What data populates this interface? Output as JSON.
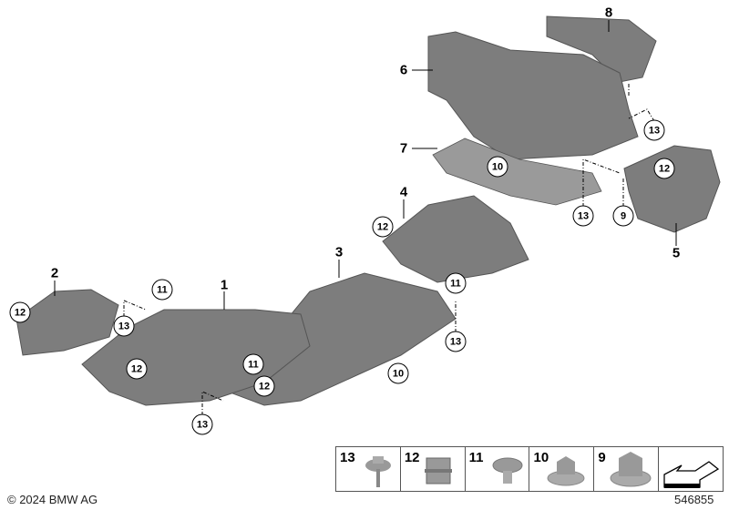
{
  "callouts_plain": [
    "1",
    "2",
    "3",
    "4",
    "5",
    "6",
    "7",
    "8"
  ],
  "callouts_circled": [
    "13",
    "10",
    "12",
    "13",
    "9",
    "12",
    "11",
    "13",
    "10",
    "11",
    "13",
    "12",
    "12",
    "11",
    "12",
    "13"
  ],
  "legend": [
    "13",
    "12",
    "11",
    "10",
    "9"
  ],
  "copyright": "© 2024 BMW AG",
  "diagram_number": "546855"
}
